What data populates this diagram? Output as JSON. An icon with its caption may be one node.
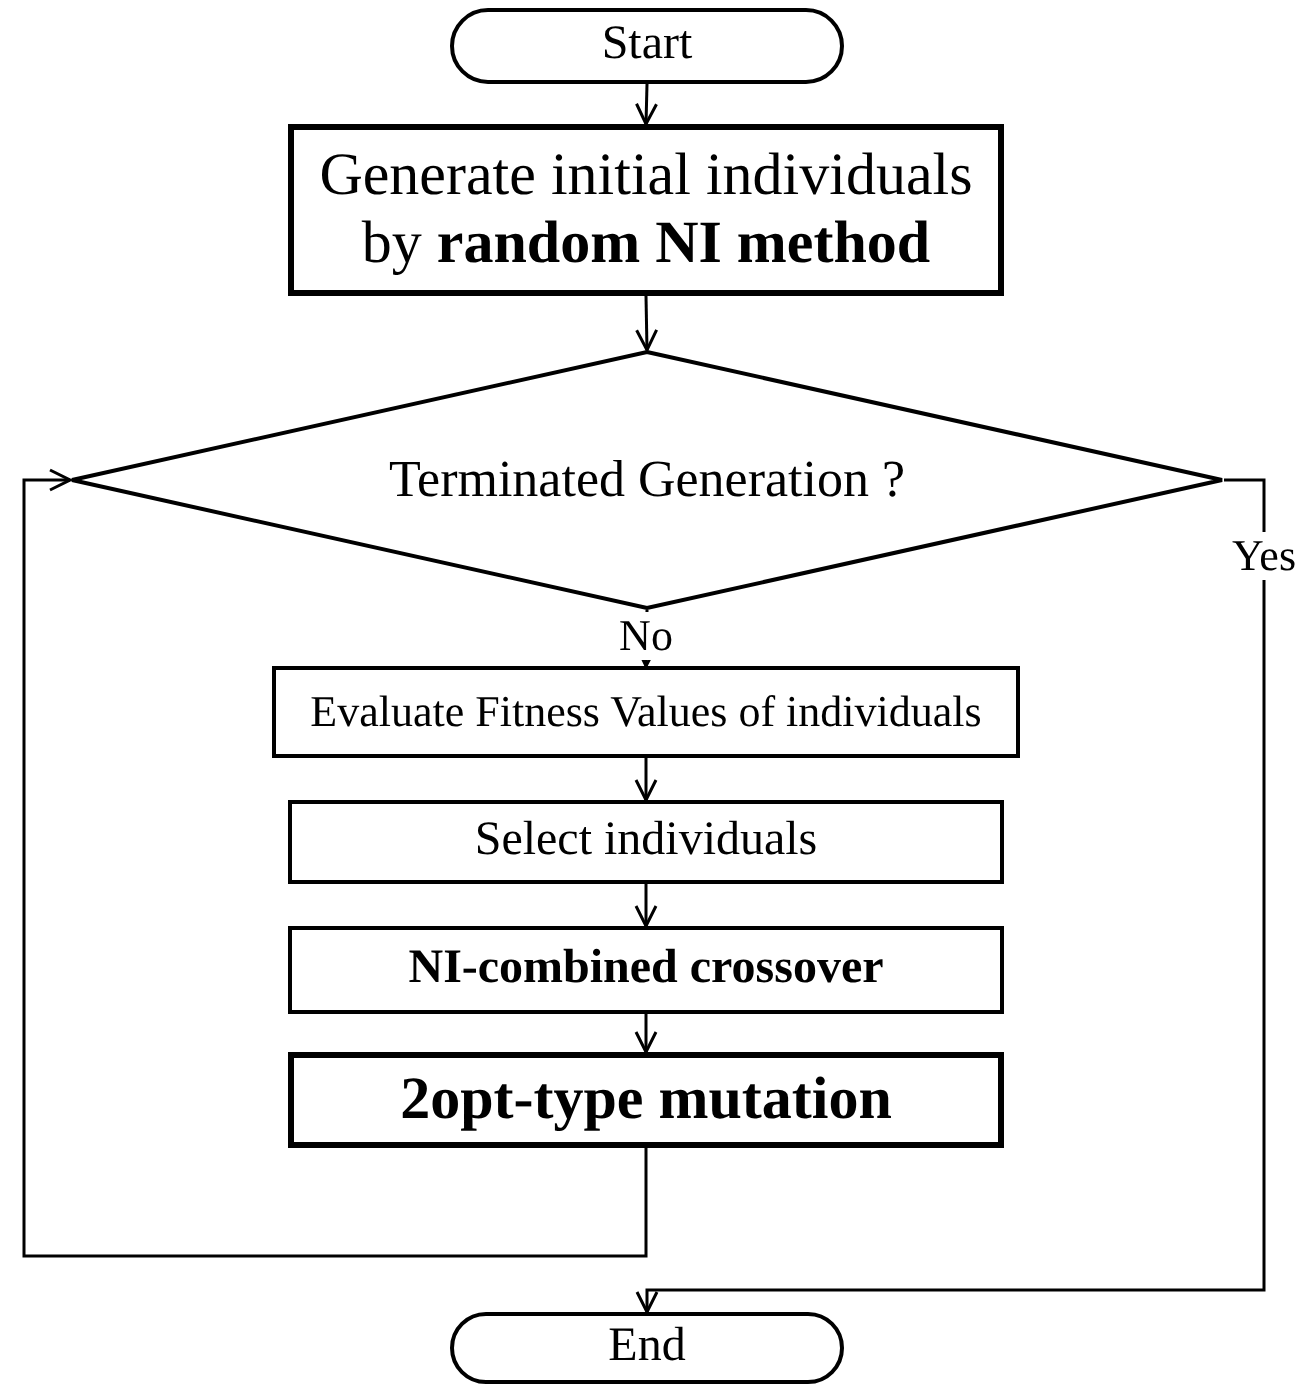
{
  "diagram": {
    "nodes": [
      {
        "text": [
          "Start"
        ]
      },
      {
        "text": [
          "Generate initial individuals by **random NI method**"
        ]
      },
      {
        "text": [
          "Terminated Generation ?"
        ]
      },
      {
        "text": [
          "Evaluate Fitness Values of individuals"
        ]
      },
      {
        "text": [
          "Select individuals"
        ]
      },
      {
        "text": [
          "NI-combined crossover"
        ]
      },
      {
        "text": [
          "2opt-type mutation"
        ]
      },
      {
        "text": [
          "End"
        ]
      }
    ],
    "edges": [
      {
        "from": 0,
        "to": 1,
        "arrow": "to"
      },
      {
        "from": 1,
        "to": 2,
        "arrow": "to"
      },
      {
        "from": 2,
        "to": 3,
        "arrow": "to",
        "label": "No"
      },
      {
        "from": 3,
        "to": 4,
        "arrow": "to"
      },
      {
        "from": 4,
        "to": 5,
        "arrow": "to"
      },
      {
        "from": 5,
        "to": 6,
        "arrow": "to"
      },
      {
        "from": 6,
        "to": 2,
        "arrow": "to"
      },
      {
        "from": 2,
        "to": 7,
        "arrow": "to",
        "label": "Yes"
      }
    ]
  }
}
